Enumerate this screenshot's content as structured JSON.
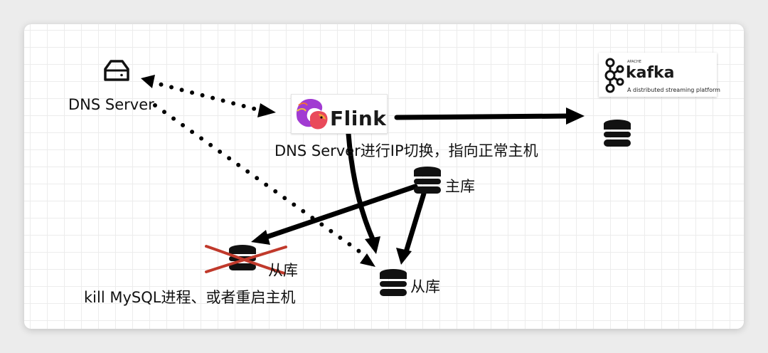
{
  "dns_server_label": "DNS Server",
  "flink_brand": "Flink",
  "kafka": {
    "small_text": "APACHE",
    "brand": "kafka",
    "tagline": "A distributed streaming platform"
  },
  "switch_note": "DNS Server进行IP切换，指向正常主机",
  "master_db_label": "主库",
  "failed_replica_label": "从库",
  "new_replica_label": "从库",
  "kill_note": "kill MySQL进程、或者重启主机",
  "colors": {
    "arrow": "#000000",
    "cross": "#c0392b",
    "flink_purple": "#a13bd2",
    "flink_orange": "#f2703a"
  }
}
